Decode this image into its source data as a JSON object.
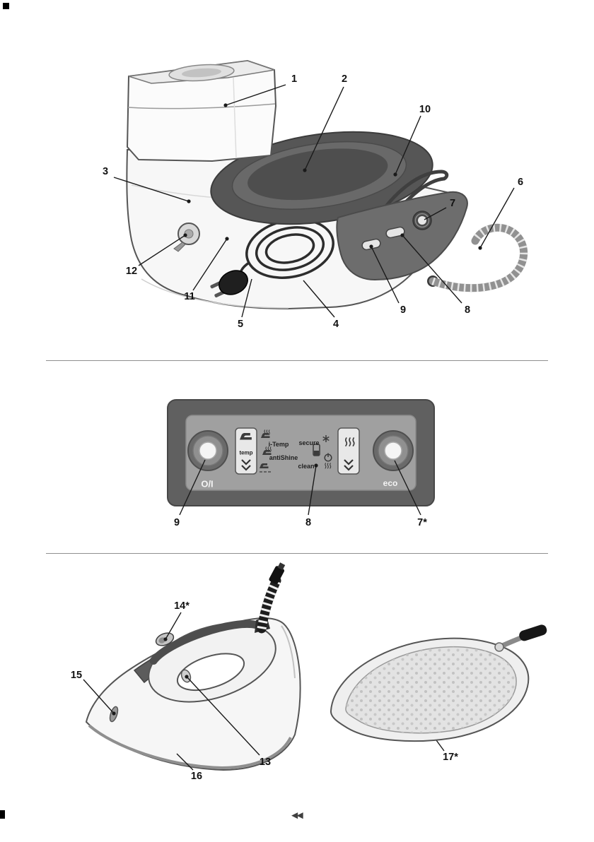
{
  "colors": {
    "outline": "#555555",
    "panel_dark": "#606060",
    "panel_light": "#a0a0a0",
    "tray_gray": "#565656",
    "callout_text": "#111111"
  },
  "page": {
    "nav_icon": "◀◀"
  },
  "icons": {
    "nav": "double-left-triangle-icon",
    "temp_box": "iron-icon",
    "steam_box": "steam-icon",
    "descale": "descale-container-icon",
    "power": "power-circle-icon",
    "burst": "burst-icon"
  },
  "station_diagram": {
    "callouts": [
      {
        "label": "1"
      },
      {
        "label": "2"
      },
      {
        "label": "3"
      },
      {
        "label": "4"
      },
      {
        "label": "5"
      },
      {
        "label": "6"
      },
      {
        "label": "7"
      },
      {
        "label": "8"
      },
      {
        "label": "9"
      },
      {
        "label": "10"
      },
      {
        "label": "11"
      },
      {
        "label": "12"
      }
    ]
  },
  "panel_diagram": {
    "power_button_label": "O/I",
    "eco_button_label": "eco",
    "temp_label": "temp",
    "itemp_label": "i-Temp",
    "secure_label": "secure",
    "antishine_label": "antiShine",
    "clean_label": "clean",
    "callouts": [
      {
        "label": "9"
      },
      {
        "label": "8"
      },
      {
        "label": "7*"
      }
    ]
  },
  "iron_diagram": {
    "callouts": [
      {
        "label": "14*"
      },
      {
        "label": "15"
      },
      {
        "label": "13"
      },
      {
        "label": "16"
      },
      {
        "label": "17*"
      }
    ]
  }
}
